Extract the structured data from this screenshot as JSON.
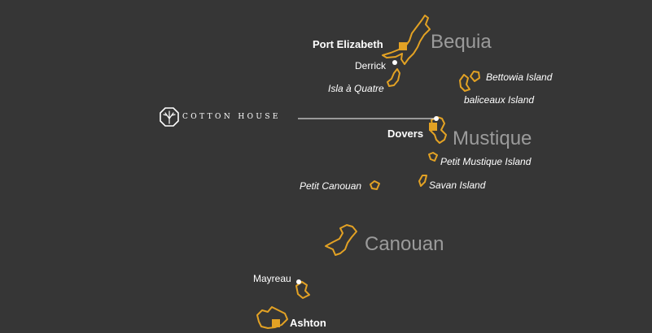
{
  "colors": {
    "background": "#363636",
    "island_outline": "#e3a224",
    "town_marker": "#e3a224",
    "large_label": "#9b9b9b",
    "label": "#ffffff",
    "leader_line": "#ffffff"
  },
  "brand": {
    "logo_icon": "tree-emblem-icon",
    "name": "COTTON HOUSE"
  },
  "islands": {
    "bequia": "Bequia",
    "mustique": "Mustique",
    "canouan": "Canouan",
    "isla_a_quatre": "Isla à Quatre",
    "bettowia": "Bettowia Island",
    "baliceaux": "baliceaux Island",
    "petit_mustique": "Petit Mustique Island",
    "petit_canouan": "Petit Canouan",
    "savan": "Savan Island"
  },
  "places": {
    "port_elizabeth": "Port Elizabeth",
    "derrick": "Derrick",
    "dovers": "Dovers",
    "mayreau": "Mayreau",
    "ashton": "Ashton"
  }
}
